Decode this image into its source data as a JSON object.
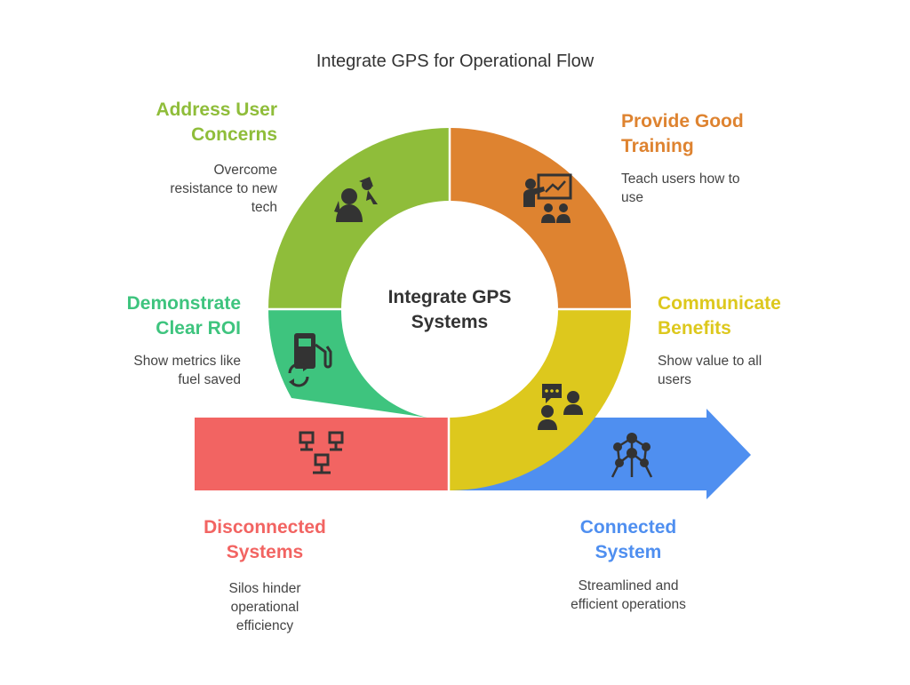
{
  "title": "Integrate GPS for Operational Flow",
  "center": {
    "line1": "Integrate GPS",
    "line2": "Systems"
  },
  "segments": {
    "address": {
      "title1": "Address User",
      "title2": "Concerns",
      "desc1": "Overcome",
      "desc2": "resistance to new",
      "desc3": "tech",
      "color": "#8fbd3a"
    },
    "training": {
      "title1": "Provide Good",
      "title2": "Training",
      "desc1": "Teach users how to",
      "desc2": "use",
      "color": "#de8330"
    },
    "benefits": {
      "title1": "Communicate",
      "title2": "Benefits",
      "desc1": "Show value to all",
      "desc2": "users",
      "color": "#ddc81d"
    },
    "roi": {
      "title1": "Demonstrate",
      "title2": "Clear ROI",
      "desc1": "Show metrics like",
      "desc2": "fuel saved",
      "color": "#3ec47e"
    }
  },
  "start": {
    "title1": "Disconnected",
    "title2": "Systems",
    "desc1": "Silos hinder",
    "desc2": "operational",
    "desc3": "efficiency",
    "color": "#f26462"
  },
  "end": {
    "title1": "Connected",
    "title2": "System",
    "desc1": "Streamlined and",
    "desc2": "efficient operations",
    "color": "#4f8ff0"
  },
  "icons": {
    "address": "user-concern-icon",
    "training": "teacher-presentation-icon",
    "benefits": "chat-users-icon",
    "roi": "fuel-pump-icon",
    "start": "disconnected-network-icon",
    "end": "connected-structure-icon"
  }
}
